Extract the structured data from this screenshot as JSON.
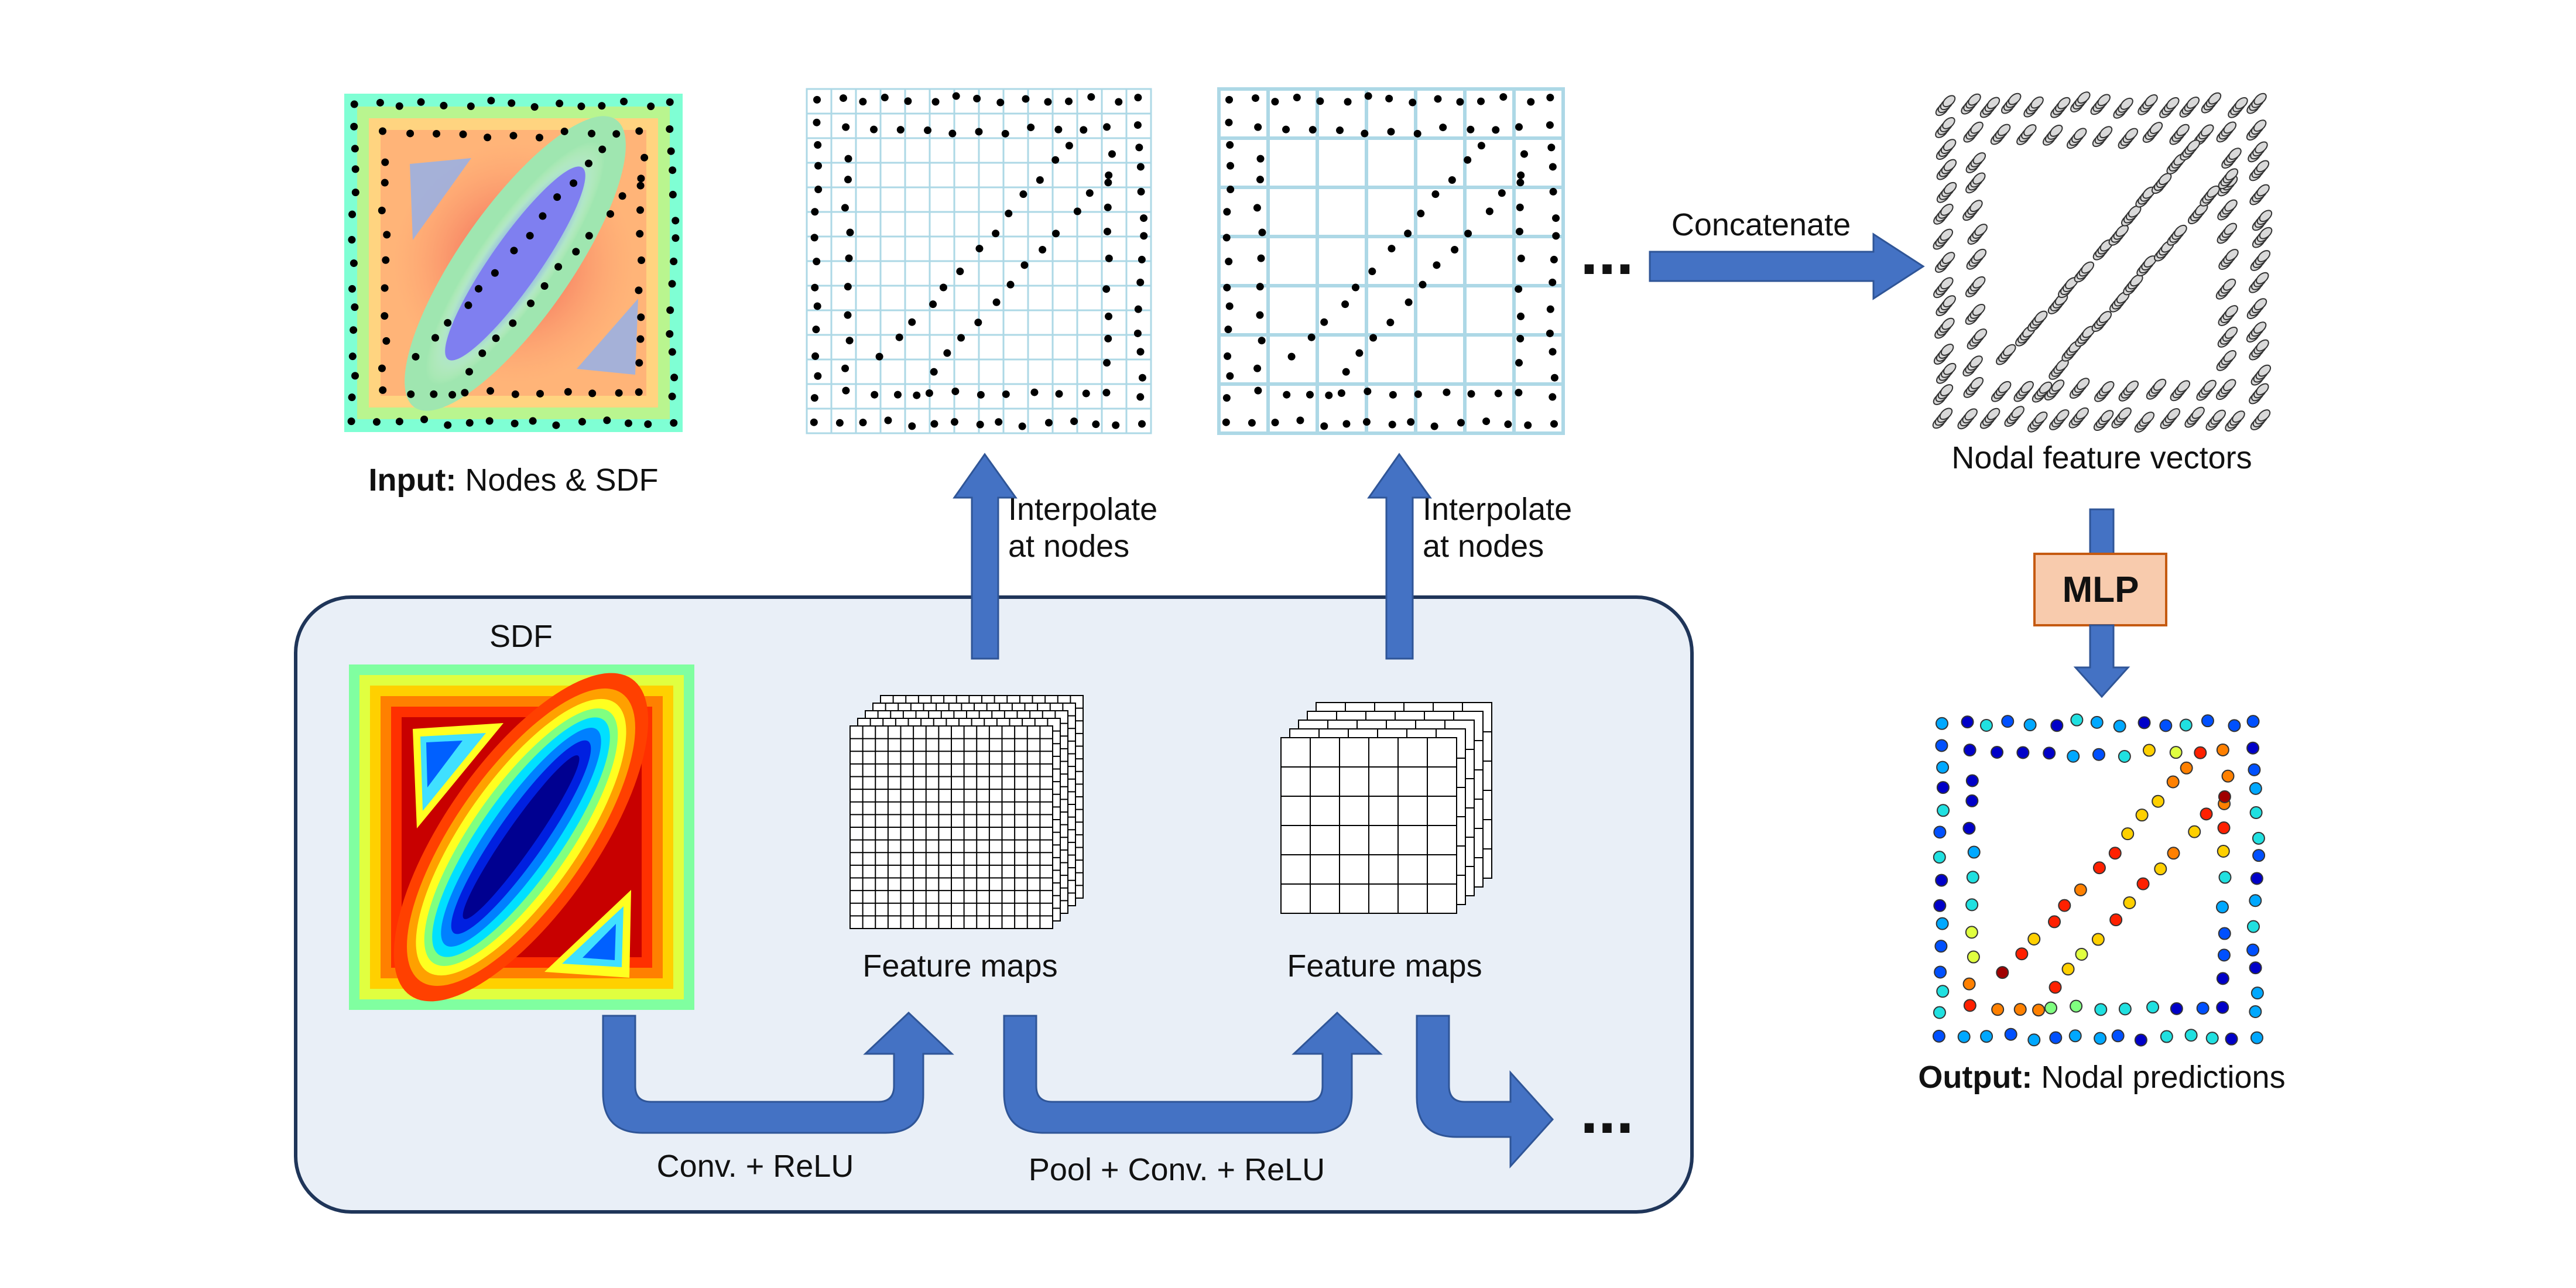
{
  "input_label": {
    "bold": "Input:",
    "text": " Nodes & SDF"
  },
  "interpolate_1": {
    "line1": "Interpolate",
    "line2": "at nodes"
  },
  "interpolate_2": {
    "line1": "Interpolate",
    "line2": "at nodes"
  },
  "concatenate_label": "Concatenate",
  "ellipsis_top": "...",
  "nodal_features_label": "Nodal feature vectors",
  "mlp_label": "MLP",
  "output_label": {
    "bold": "Output:",
    "text": " Nodal predictions"
  },
  "sdf_label": "SDF",
  "feature_maps_1": "Feature maps",
  "feature_maps_2": "Feature maps",
  "conv_relu_label": "Conv. + ReLU",
  "pool_conv_relu_label": "Pool + Conv. + ReLU",
  "ellipsis_bottom": "...",
  "colors": {
    "arrow": "#4472c4",
    "arrow_edge": "#2f5597",
    "cnn_box_fill": "#e9eff7",
    "cnn_box_edge": "#1f3559",
    "grid_line": "#add8e6",
    "mlp_fill": "#f8cbad",
    "mlp_edge": "#c55a11"
  }
}
